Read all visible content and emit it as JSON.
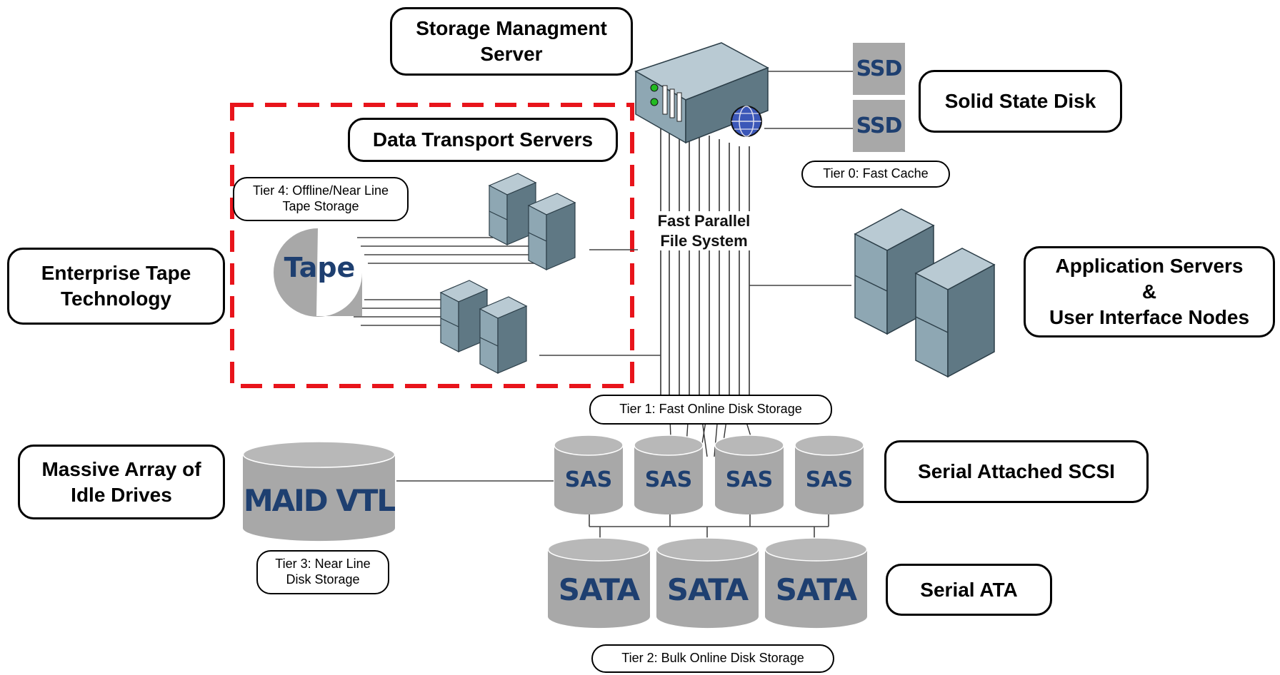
{
  "callouts": {
    "storage_mgmt": "Storage Managment\nServer",
    "solid_state": "Solid State Disk",
    "data_transport": "Data Transport Servers",
    "enterprise_tape": "Enterprise Tape\nTechnology",
    "app_servers": "Application Servers\n&\nUser Interface Nodes",
    "maid": "Massive Array of\nIdle Drives",
    "sas_label": "Serial Attached SCSI",
    "sata_label": "Serial ATA"
  },
  "tiers": {
    "tier0": "Tier 0: Fast Cache",
    "tier1": "Tier 1: Fast Online Disk Storage",
    "tier2": "Tier 2: Bulk Online Disk Storage",
    "tier3": "Tier 3: Near Line\nDisk Storage",
    "tier4": "Tier 4: Offline/Near Line\nTape Storage"
  },
  "fast_parallel_fs": "Fast Parallel\nFile System",
  "devices": {
    "ssd": [
      "SSD",
      "SSD"
    ],
    "tape": "Tape",
    "maid_vtl": "MAID VTL",
    "sas": [
      "SAS",
      "SAS",
      "SAS",
      "SAS"
    ],
    "sata": [
      "SATA",
      "SATA",
      "SATA"
    ]
  },
  "colors": {
    "dashed_border": "#e8141b",
    "device_gray": "#a8a8a8",
    "device_text": "#1e3f70",
    "server_body": "#7f9aa8"
  },
  "icons": {
    "server": "server-rack-icon",
    "globe": "globe-icon"
  }
}
